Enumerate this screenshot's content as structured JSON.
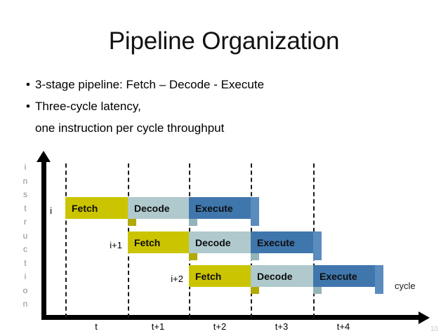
{
  "slide": {
    "title": "Pipeline Organization",
    "page_number": "10",
    "bullets": [
      {
        "marker": "•",
        "text": "3-stage pipeline: Fetch – Decode - Execute"
      },
      {
        "marker": "•",
        "text": "Three-cycle latency,"
      }
    ],
    "bullet_continuation": "one instruction per cycle throughput"
  },
  "diagram": {
    "y_axis_label": "instruction",
    "y_axis_letters": [
      "i",
      "n",
      "s",
      "t",
      "r",
      "u",
      "c",
      "t",
      "i",
      "o",
      "n"
    ],
    "x_axis_label": "cycle",
    "x_ticks": [
      "t",
      "t+1",
      "t+2",
      "t+3",
      "t+4"
    ],
    "gridline_count": 5,
    "rows": [
      {
        "label": "i",
        "stages": [
          {
            "name": "Fetch",
            "cycle": "t"
          },
          {
            "name": "Decode",
            "cycle": "t+1"
          },
          {
            "name": "Execute",
            "cycle": "t+2"
          }
        ]
      },
      {
        "label": "i+1",
        "stages": [
          {
            "name": "Fetch",
            "cycle": "t+1"
          },
          {
            "name": "Decode",
            "cycle": "t+2"
          },
          {
            "name": "Execute",
            "cycle": "t+3"
          }
        ]
      },
      {
        "label": "i+2",
        "stages": [
          {
            "name": "Fetch",
            "cycle": "t+2"
          },
          {
            "name": "Decode",
            "cycle": "t+3"
          },
          {
            "name": "Execute",
            "cycle": "t+4"
          }
        ]
      }
    ],
    "colors": {
      "fetch": "#CBC400",
      "decode": "#AFC9CC",
      "execute": "#3F76AC",
      "axis": "#000000",
      "gridline": "#1a1a1a",
      "y_label": "#8a8a8a"
    }
  }
}
